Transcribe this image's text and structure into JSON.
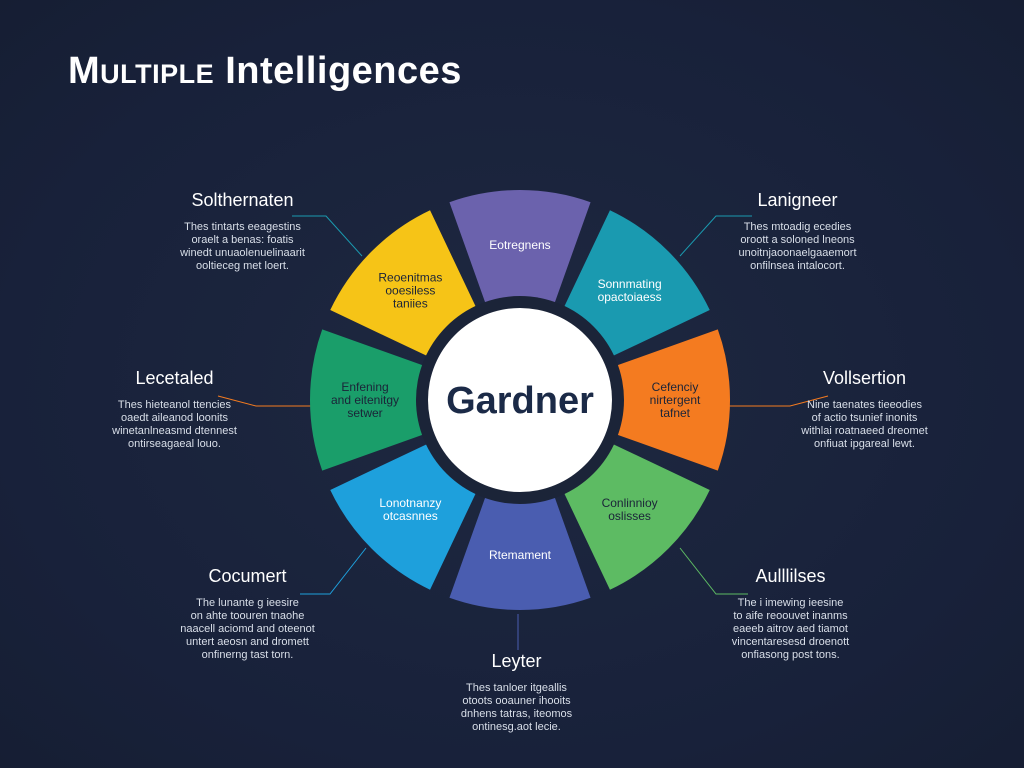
{
  "title": {
    "part1": "Multiple",
    "part2": "Intelligences"
  },
  "center": {
    "label": "Gardner"
  },
  "segments": [
    {
      "id": "top",
      "lines": [
        "Eotregnens"
      ],
      "color": "#6b62ad",
      "text_color": "#ffffff"
    },
    {
      "id": "upper-right",
      "lines": [
        "Sonnmating",
        "opactoiaess"
      ],
      "color": "#1a9ab0",
      "text_color": "#ffffff"
    },
    {
      "id": "right",
      "lines": [
        "Cefenciy",
        "nirtergent",
        "tafnet"
      ],
      "color": "#f47b20",
      "text_color": "#1b2438"
    },
    {
      "id": "lower-right",
      "lines": [
        "Conlinnioy",
        "oslisses"
      ],
      "color": "#5dbb63",
      "text_color": "#1b2438"
    },
    {
      "id": "bottom",
      "lines": [
        "Rtemament"
      ],
      "color": "#4a5db0",
      "text_color": "#ffffff"
    },
    {
      "id": "lower-left",
      "lines": [
        "Lonotnanzy",
        "otcasnnes"
      ],
      "color": "#1ea0dc",
      "text_color": "#ffffff"
    },
    {
      "id": "left",
      "lines": [
        "Enfening",
        "and eitenitgy",
        "setwer"
      ],
      "color": "#1a9e6a",
      "text_color": "#1b2438"
    },
    {
      "id": "upper-left",
      "lines": [
        "Reoenitmas",
        "ooesiless",
        "taniies"
      ],
      "color": "#f6c417",
      "text_color": "#1b2438"
    }
  ],
  "callouts": {
    "top_left": {
      "heading": "Solthernaten",
      "lines": [
        "Thes tintarts eeagestins",
        "oraelt a benas: foatis",
        "winedt unuaolenuelinaarit",
        "ooltieceg met loert."
      ],
      "line_color": "#1a9ab0"
    },
    "mid_left": {
      "heading": "Lecetaled",
      "lines": [
        "Thes hieteanol ttencies",
        "oaedt aileanod loonits",
        "winetanlneasmd dtennest",
        "ontirseagaeal louo."
      ],
      "line_color": "#f47b20"
    },
    "bottom_left": {
      "heading": "Cocumert",
      "lines": [
        "The lunante g ieesire",
        "on ahte toouren tnaohe",
        "naacell aciomd and oteenot",
        "untert aeosn and dromett",
        "onfinerng tast torn."
      ],
      "line_color": "#1ea0dc"
    },
    "bottom_center": {
      "heading": "Leyter",
      "lines": [
        "Thes tanloer itgeallis",
        "otoots ooauner ihooits",
        "dnhens tatras, iteomos",
        "ontinesg.aot lecie."
      ],
      "line_color": "#4a5db0"
    },
    "top_right": {
      "heading": "Lanigneer",
      "lines": [
        "Thes mtoadig ecedies",
        "oroott a soloned lneons",
        "unoitnjaoonaelgaaemort",
        "onfilnsea intalocort."
      ],
      "line_color": "#1a9ab0"
    },
    "mid_right": {
      "heading": "Vollsertion",
      "lines": [
        "Nine taenates tieeodies",
        "of actio tsunief inonits",
        "withlai roatnaeed dreomet",
        "onfiuat ipgareal lewt."
      ],
      "line_color": "#f47b20"
    },
    "bottom_right": {
      "heading": "Aulllilses",
      "lines": [
        "The i imewing ieesine",
        "to aife reoouvet inanms",
        "eaeeb aitrov aed tiamot",
        "vincentaresesd droenott",
        "onfiasong post tons."
      ],
      "line_color": "#5dbb63"
    }
  }
}
